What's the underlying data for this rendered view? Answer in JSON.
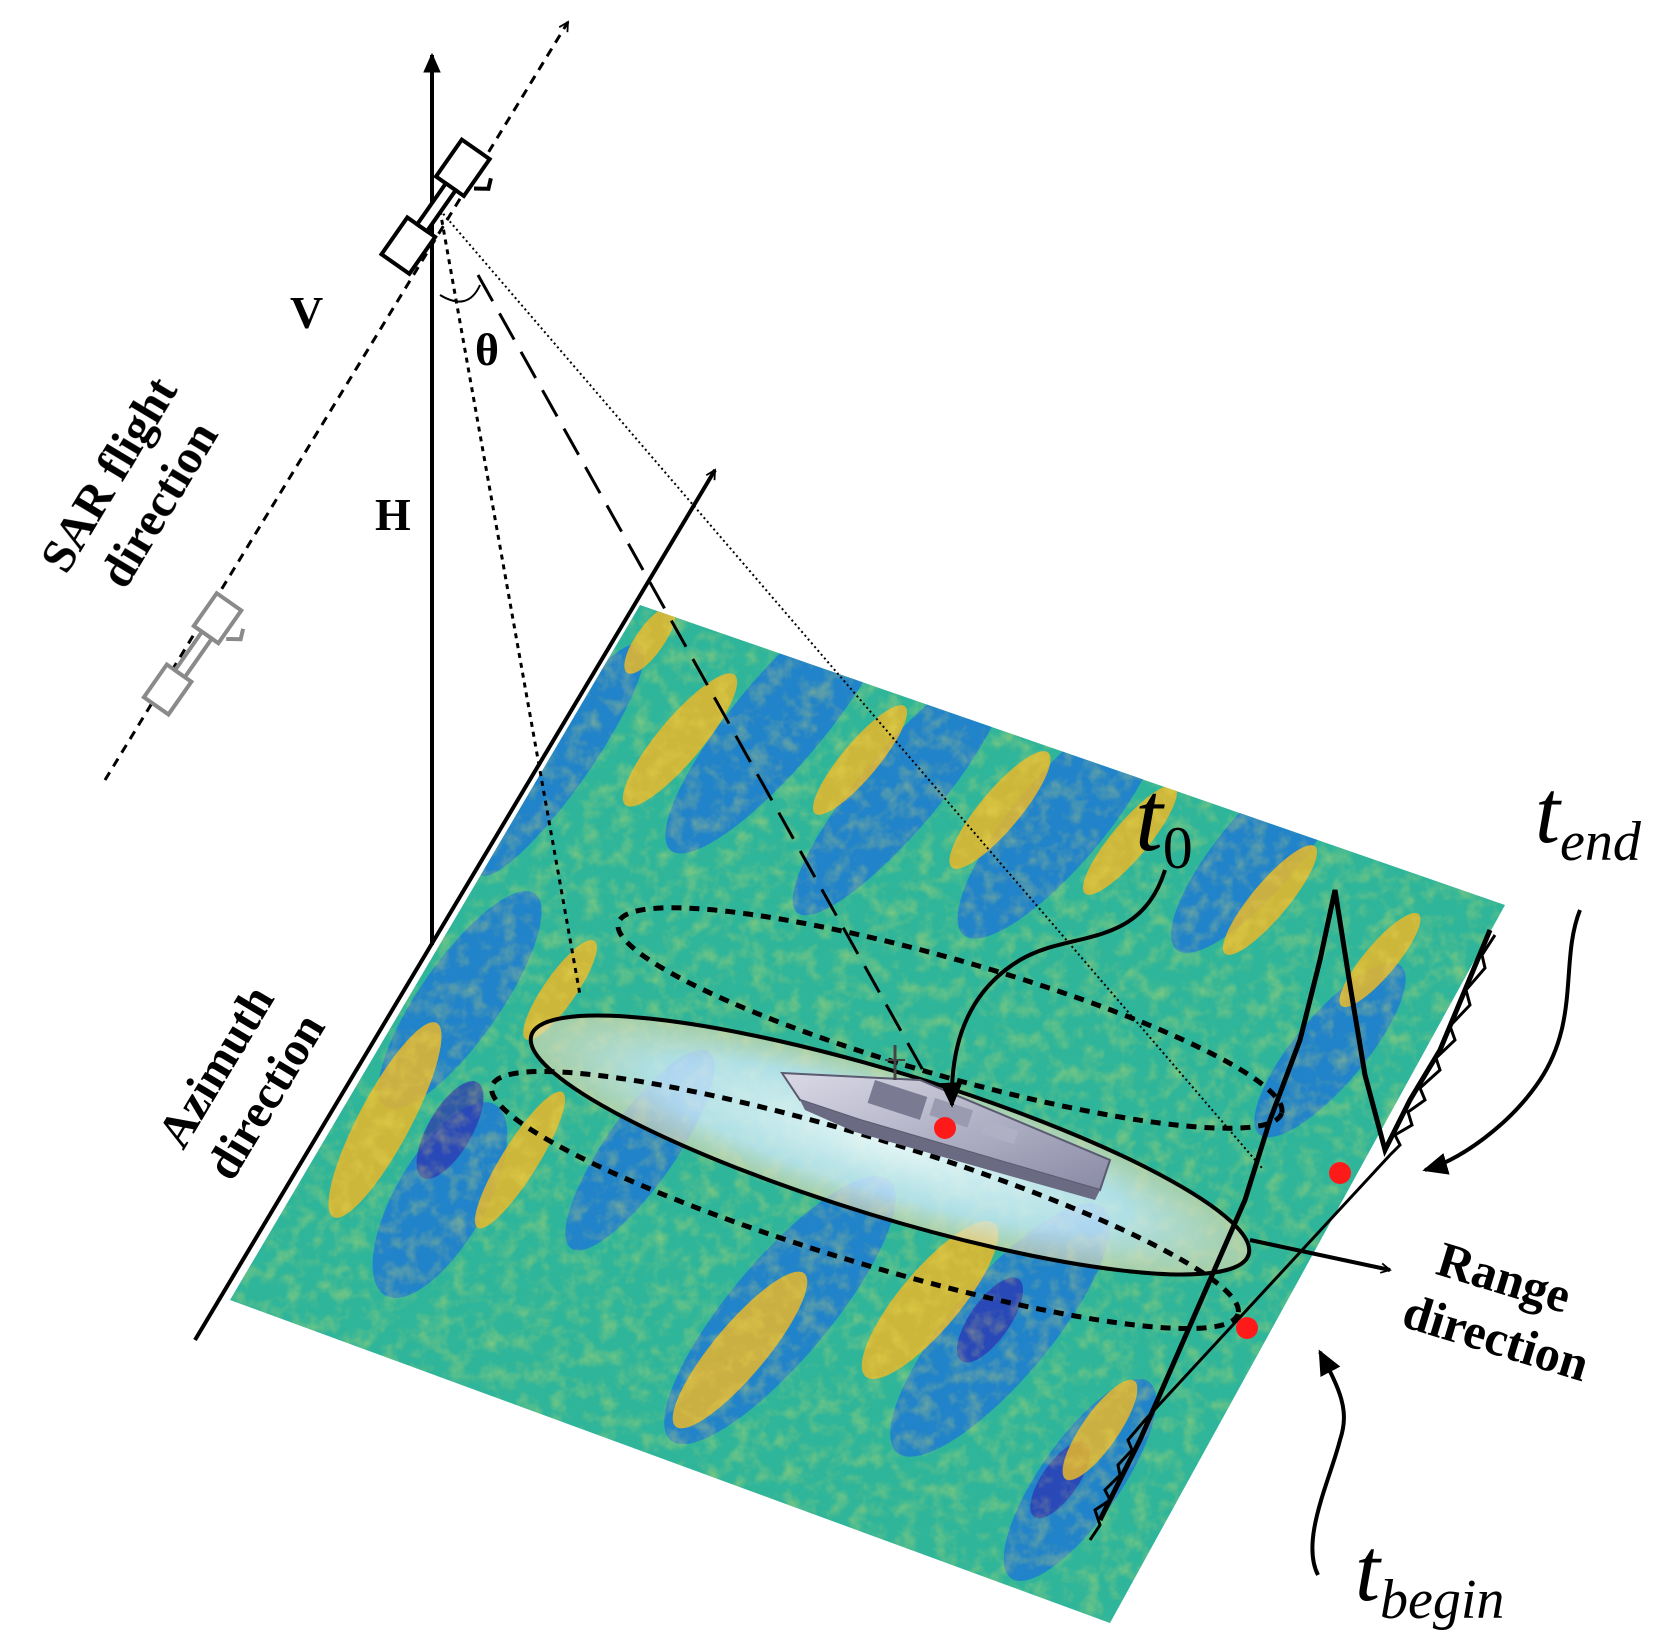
{
  "labels": {
    "v": "V",
    "theta": "θ",
    "h": "H",
    "sar_line1": "SAR flight",
    "sar_line2": "direction",
    "azimuth_line1": "Azimuth",
    "azimuth_line2": "direction",
    "range_line1": "Range",
    "range_line2": "direction",
    "t0_base": "t",
    "t0_sub": "0",
    "tend_base": "t",
    "tend_sub": "end",
    "tbegin_base": "t",
    "tbegin_sub": "begin"
  },
  "icons": [
    "satellite-icon",
    "ship-icon"
  ],
  "colors": {
    "ocean_base": "#2fb59a",
    "ocean_blue": "#1e73d8",
    "ocean_deep": "#3030b0",
    "ocean_yellow": "#e9b82a",
    "target_dot": "#ff1a1a",
    "footprint": "#cfe9f5",
    "satellite_ghost": "#8a8a8a"
  }
}
